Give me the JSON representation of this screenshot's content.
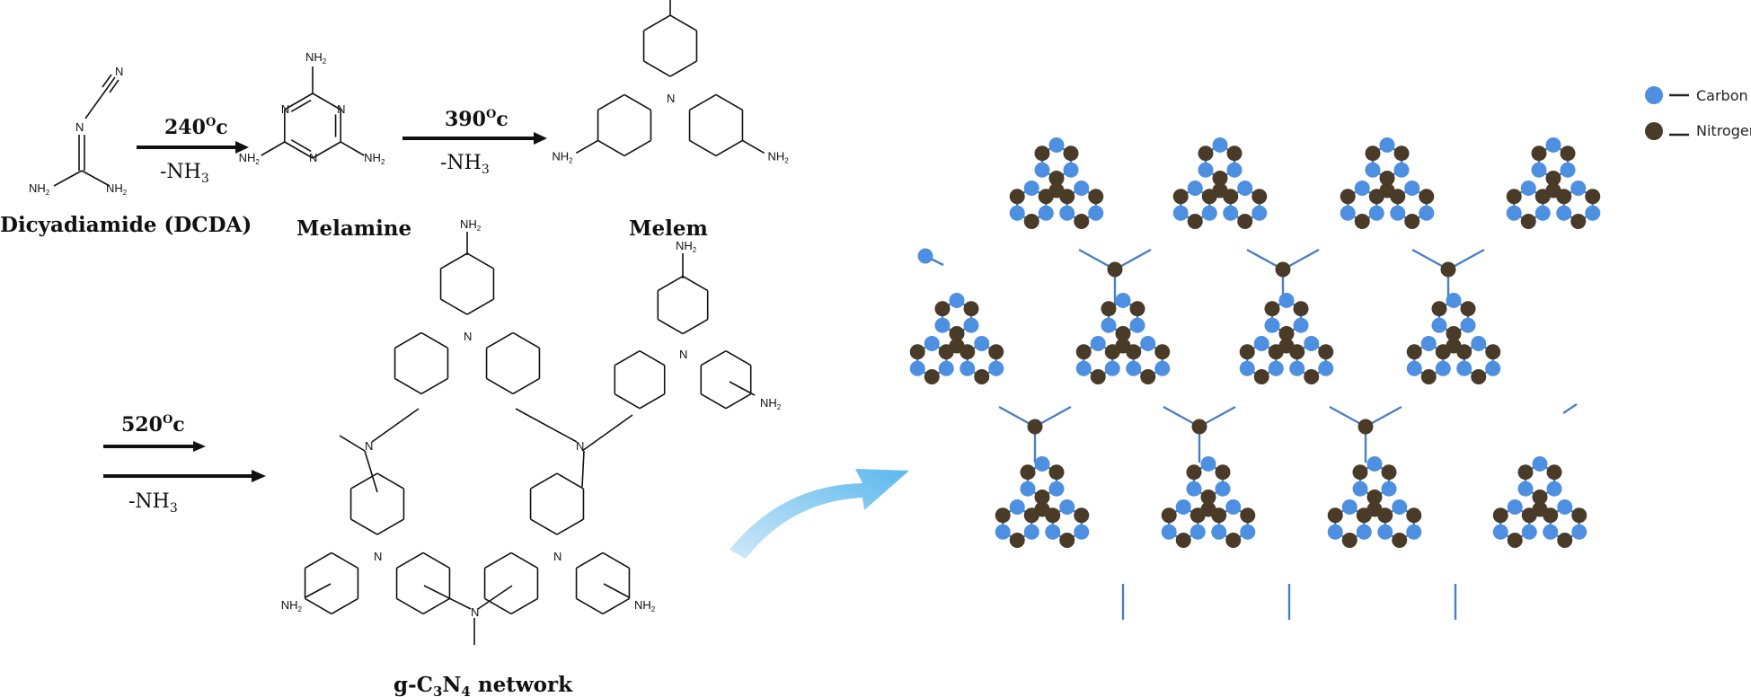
{
  "labels": {
    "dcda": "Dicyadiamide (DCDA)",
    "melamine": "Melamine",
    "melem": "Melem",
    "network_prefix": "g-C",
    "network_sub1": "3",
    "network_mid": "N",
    "network_sub2": "4",
    "network_suffix": " network"
  },
  "steps": [
    {
      "temp": "240",
      "sup": "O",
      "unit": "c",
      "byproduct": "-NH",
      "byproduct_sub": "3"
    },
    {
      "temp": "390",
      "sup": "O",
      "unit": "c",
      "byproduct": "-NH",
      "byproduct_sub": "3"
    },
    {
      "temp": "520",
      "sup": "O",
      "unit": "c",
      "byproduct": "-NH",
      "byproduct_sub": "3"
    }
  ],
  "atoms": {
    "n": "N",
    "nh2": "NH",
    "nh2_sub": "2"
  },
  "legend": {
    "carbon": {
      "label": "Carbon",
      "color": "#4d8fe0"
    },
    "nitrogen": {
      "label": "Nitrogen",
      "color": "#4a3a28"
    }
  },
  "colors": {
    "bond": "#4a7fc0",
    "arrow": "#6cc0ee",
    "ink": "#111111"
  }
}
